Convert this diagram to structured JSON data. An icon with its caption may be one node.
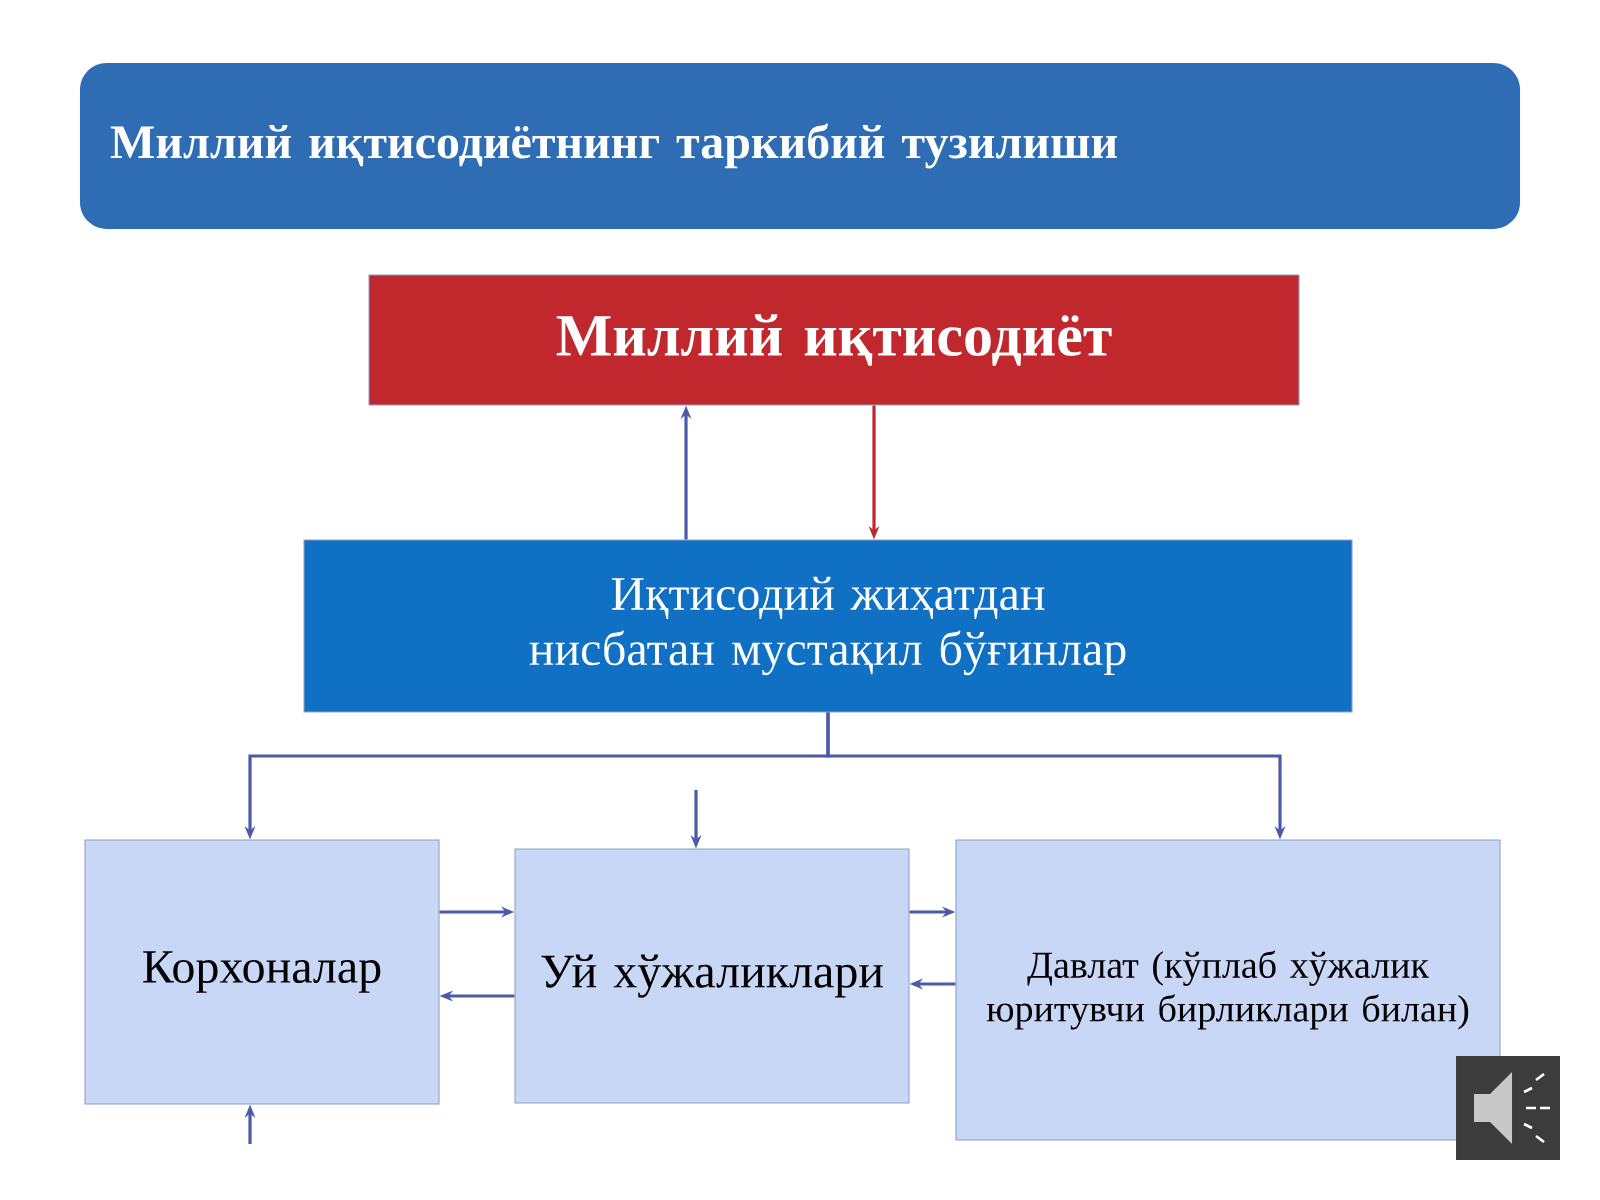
{
  "diagram": {
    "title": "Миллий иқтисодиётнинг таркибий тузилиши",
    "nodes": [
      {
        "text": [
          "Миллий иқтисодиёт"
        ]
      },
      {
        "text": [
          "Иқтисодий жиҳатдан нисбатан мустақил бўғинлар"
        ]
      },
      {
        "text": [
          "Корхоналар"
        ]
      },
      {
        "text": [
          "Уй хўжаликлари"
        ]
      },
      {
        "text": [
          "Давлат (кўплаб хўжалик юритувчи бирликлари билан)"
        ]
      }
    ],
    "edges": [
      {
        "from": 1,
        "to": 0,
        "arrow": "to"
      },
      {
        "from": 0,
        "to": 1,
        "arrow": "to",
        "color": "#c0282d"
      },
      {
        "from": 1,
        "to": 2,
        "arrow": "to"
      },
      {
        "from": 1,
        "to": 4,
        "arrow": "to"
      },
      {
        "from": null,
        "to": 3,
        "arrow": "to"
      },
      {
        "from": 2,
        "to": 3,
        "arrow": "to"
      },
      {
        "from": 3,
        "to": 2,
        "arrow": "to"
      },
      {
        "from": 3,
        "to": 4,
        "arrow": "to"
      },
      {
        "from": 4,
        "to": 3,
        "arrow": "to"
      },
      {
        "from": null,
        "to": 2,
        "arrow": "to"
      }
    ]
  }
}
